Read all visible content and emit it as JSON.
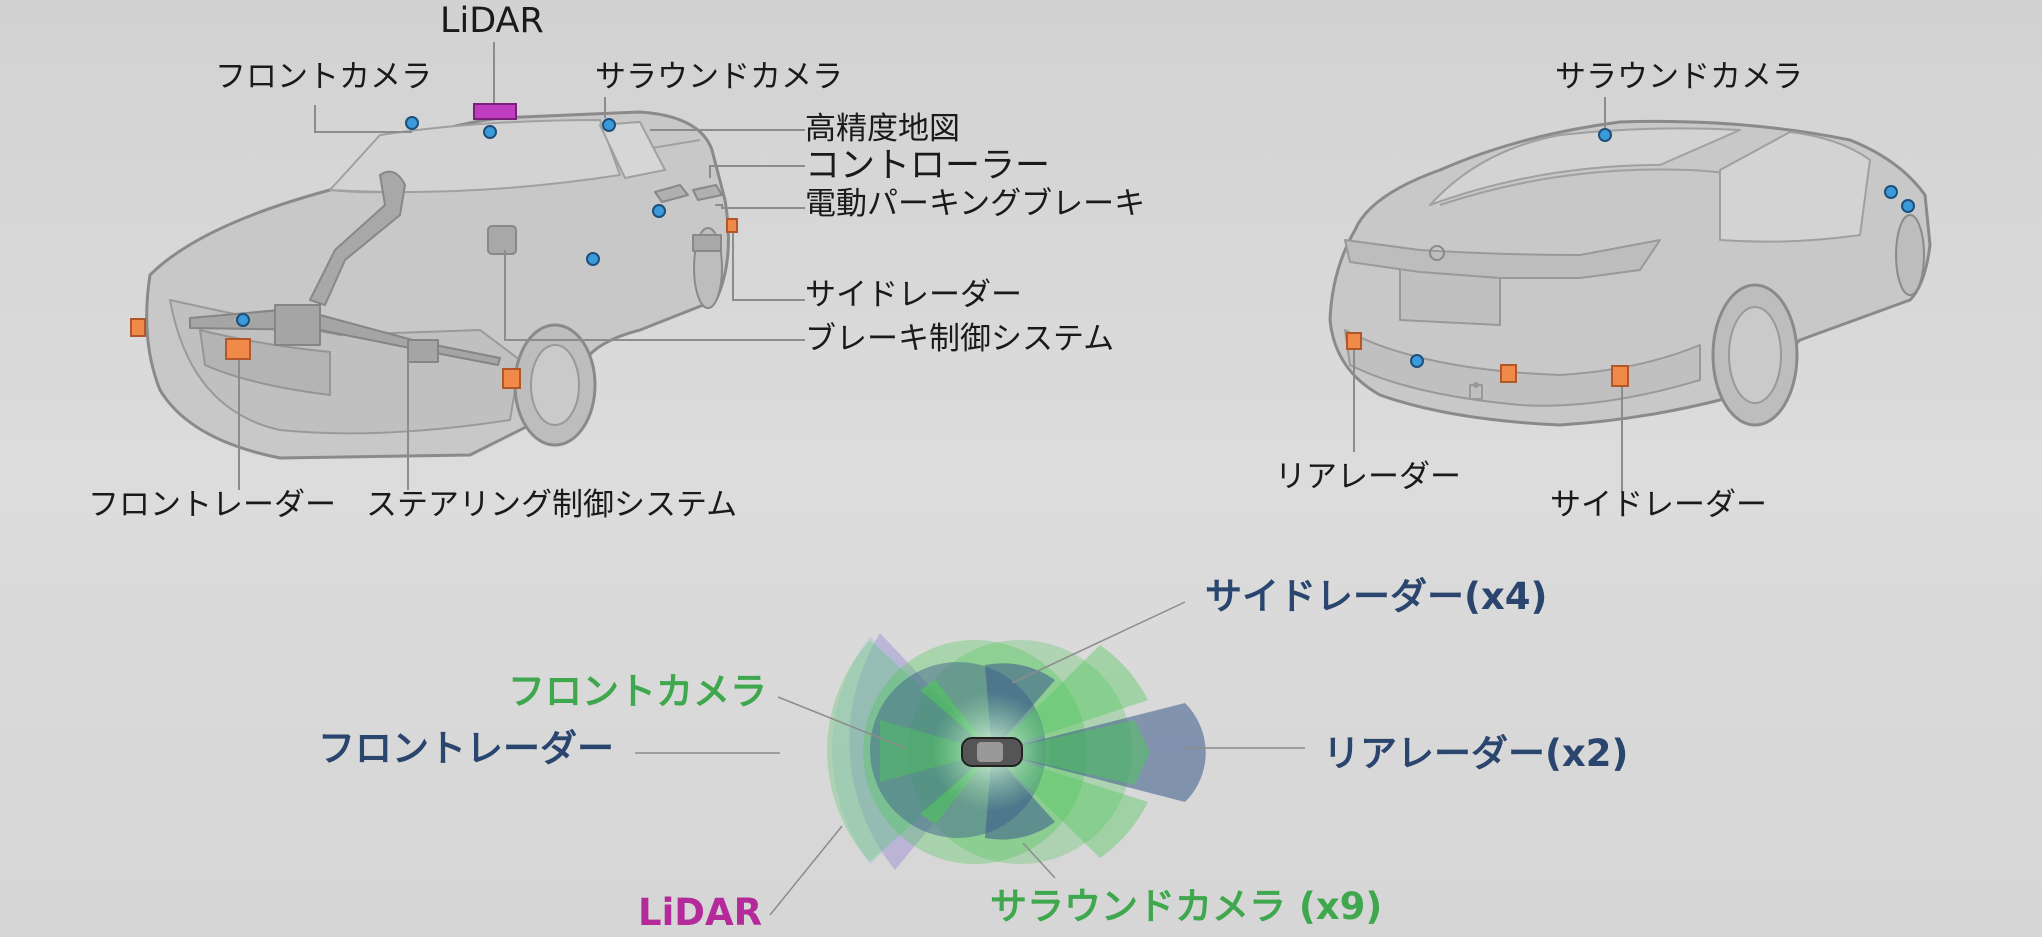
{
  "diagram": {
    "front_view": {
      "lidar": "LiDAR",
      "front_camera": "フロントカメラ",
      "surround_camera": "サラウンドカメラ",
      "hd_map": "高精度地図",
      "controller": "コントローラー",
      "electric_parking_brake": "電動パーキングブレーキ",
      "side_radar": "サイドレーダー",
      "brake_control_system": "ブレーキ制御システム",
      "front_radar": "フロントレーダー",
      "steering_control_system": "ステアリング制御システム"
    },
    "rear_view": {
      "surround_camera": "サラウンドカメラ",
      "rear_radar": "リアレーダー",
      "side_radar": "サイドレーダー"
    },
    "coverage": {
      "side_radar": "サイドレーダー(x4)",
      "front_camera": "フロントカメラ",
      "front_radar": "フロントレーダー",
      "rear_radar": "リアレーダー(x2)",
      "lidar": "LiDAR",
      "surround_camera": "サラウンドカメラ (x9)"
    }
  },
  "colors": {
    "camera": "#3b9ad9",
    "radar": "#f08a4b",
    "lidar": "#c03cc0",
    "radar_zone": "#3a5a8a",
    "camera_zone": "#4ec85a",
    "lidar_zone": "#9a8ad0"
  }
}
